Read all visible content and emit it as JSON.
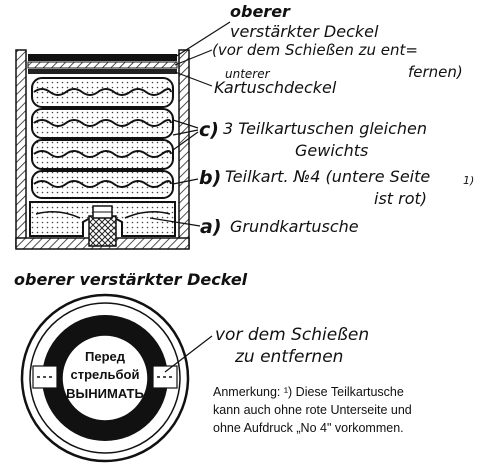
{
  "cartridge_section": {
    "top_lid_line1": "oberer",
    "top_lid_line2": "verstärkter Deckel",
    "remove_line1": "(vor dem Schießen zu ent=",
    "remove_line2": "fernen)",
    "lower_lid_line1": "unterer",
    "lower_lid_line2": "Kartuschdeckel",
    "label_c_letter": "c)",
    "label_c_line1": "3 Teilkartuschen gleichen",
    "label_c_line2": "Gewichts",
    "label_b_letter": "b)",
    "label_b_line1": "Teilkart. №4 (untere Seite",
    "footnote_mark": "1)",
    "label_b_line2": "ist rot)",
    "label_a_letter": "a)",
    "label_a_text": "Grundkartusche"
  },
  "lid_view": {
    "title": "oberer verstärkter Deckel",
    "russian_line1": "Перед",
    "russian_line2": "стрельбой",
    "russian_line3": "ВЫНИМАТЬ",
    "remove_line1": "vor dem Schießen",
    "remove_line2": "zu entfernen"
  },
  "note": {
    "line1": "Anmerkung: ¹) Diese Teilkartusche",
    "line2": "kann auch ohne rote Unterseite und",
    "line3": "ohne Aufdruck „No 4\" vorkommen."
  }
}
